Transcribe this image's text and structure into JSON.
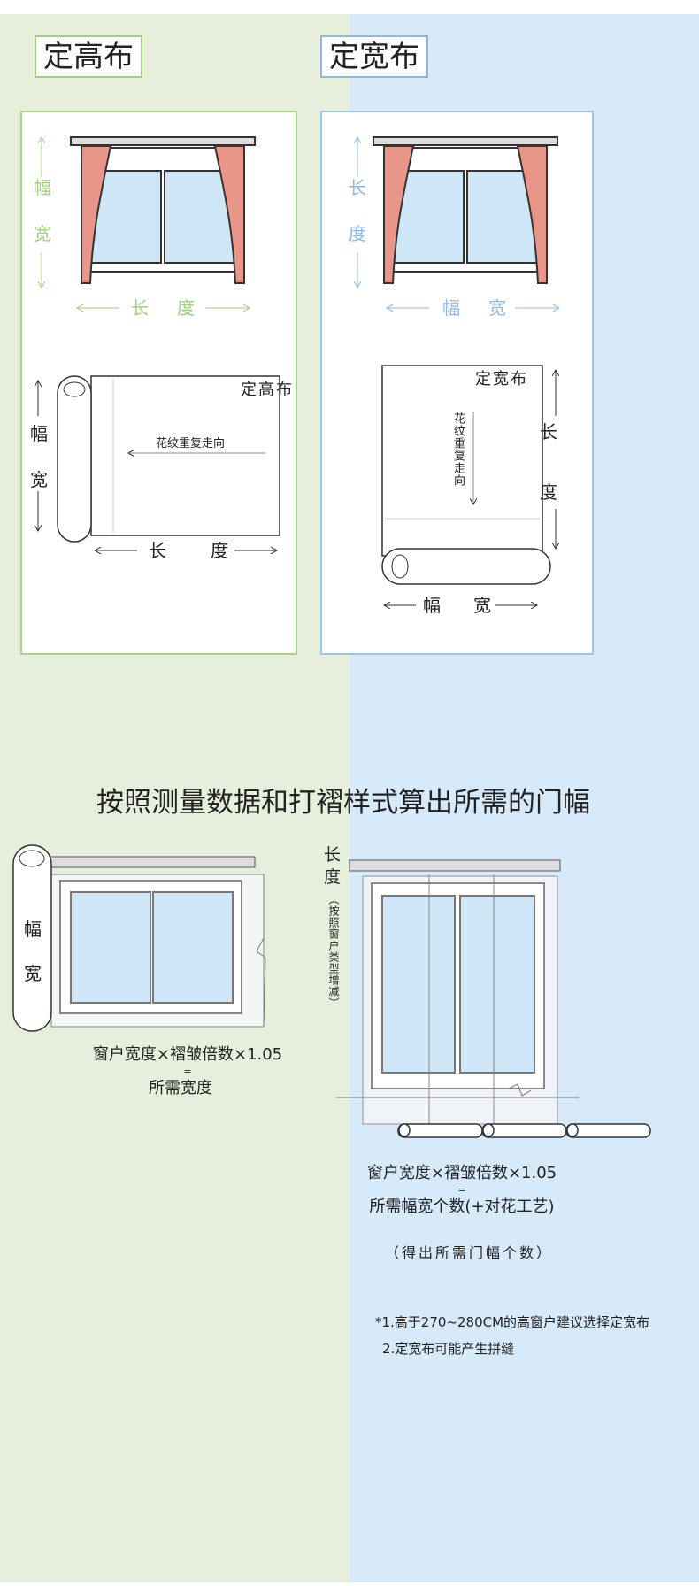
{
  "left_panel": {
    "title": "定高布",
    "dim_vertical": [
      "幅",
      "宽"
    ],
    "dim_horizontal": [
      "长",
      "度"
    ],
    "roll_label": "定高布",
    "pattern_direction": "花纹重复走向",
    "roll_vertical": [
      "幅",
      "宽"
    ],
    "roll_horizontal": [
      "长",
      "度"
    ]
  },
  "right_panel": {
    "title": "定宽布",
    "dim_vertical": [
      "长",
      "度"
    ],
    "dim_horizontal": [
      "幅",
      "宽"
    ],
    "roll_label": "定宽布",
    "pattern_direction": "花纹重复走向",
    "roll_vertical": [
      "长",
      "度"
    ],
    "roll_horizontal": [
      "幅",
      "宽"
    ]
  },
  "heading": "按照测量数据和打褶样式算出所需的门幅",
  "bottom_left": {
    "roll_labels": [
      "幅",
      "宽"
    ],
    "formula": "窗户宽度×褶皱倍数×1.05",
    "equals": "=",
    "result": "所需宽度"
  },
  "bottom_right": {
    "length_label": "长度",
    "length_note": "（按照窗户类型增减）",
    "formula": "窗户宽度×褶皱倍数×1.05",
    "equals": "=",
    "result": "所需幅宽个数(+对花工艺)",
    "subresult": "（得出所需门幅个数）"
  },
  "notes": [
    "*1.高于270~280CM的高窗户建议选择定宽布",
    "2.定宽布可能产生拼缝"
  ],
  "colors": {
    "green_bg": "#e5efdc",
    "blue_bg": "#d7eaf9",
    "green_accent": "#9fcf7f",
    "blue_accent": "#8fb8e4",
    "curtain": "#e8968a",
    "glass": "#cfe6f6"
  }
}
